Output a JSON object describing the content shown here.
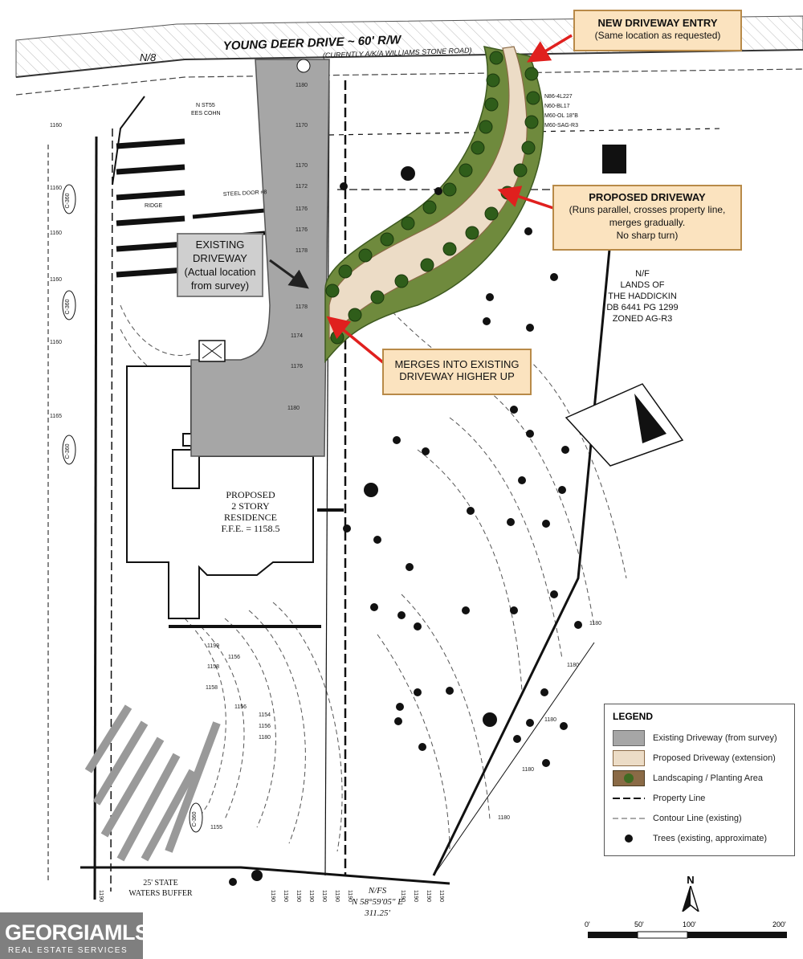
{
  "road": {
    "name": "YOUNG DEER DRIVE ~ 60' R/W",
    "aka": "(CURENTLY A/K/A WILLIAMS STONE ROAD)"
  },
  "callouts": {
    "new_entry": {
      "title": "NEW DRIVEWAY ENTRY",
      "subtitle": "(Same location as requested)"
    },
    "proposed": {
      "title": "PROPOSED DRIVEWAY",
      "line1": "(Runs parallel, crosses property line,",
      "line2": "merges gradually.",
      "line3": "No sharp turn)"
    },
    "merge": {
      "line1": "MERGES INTO EXISTING",
      "line2": "DRIVEWAY HIGHER UP"
    },
    "existing": {
      "line1": "EXISTING",
      "line2": "DRIVEWAY",
      "line3": "(Actual location",
      "line4": "from survey)"
    }
  },
  "residence": {
    "line1": "PROPOSED",
    "line2": "2 STORY",
    "line3": "RESIDENCE",
    "line4": "F.F.E. = 1158.5"
  },
  "neighbor": {
    "line1": "N/F",
    "line2": "LANDS OF",
    "line3": "THE HADDICKIN",
    "line4": "DB 6441 PG 1299",
    "line5": "ZONED AG-R3"
  },
  "buffer": {
    "line1": "25' STATE",
    "line2": "WATERS BUFFER"
  },
  "bearing": {
    "line1": "N/FS",
    "line2": "N 58°59'05\" E",
    "line3": "311.25'"
  },
  "top_left_label": "N/8",
  "small_labels": {
    "steel_door": "STEEL DOOR #8",
    "ridge": "RIDGE",
    "ees_cohn": "EES COHN",
    "n_st": "N ST55",
    "n86": "N86-4L227",
    "n60a": "N60-BL17",
    "n60b": "M60-OL 18\"B",
    "n60c": "M60-SAG-R3",
    "c360": "C-360"
  },
  "contours_drive": [
    "1180",
    "1170",
    "1170",
    "1172",
    "1176",
    "1176",
    "1178",
    "1178",
    "1174",
    "1176",
    "1180"
  ],
  "contours_left": [
    "1160",
    "1160",
    "1160",
    "1160",
    "1160",
    "1165"
  ],
  "contours_south": [
    "1199",
    "1158",
    "1156",
    "1158",
    "1156",
    "1154",
    "1156",
    "1180",
    "1155"
  ],
  "contours_right": [
    "1180",
    "1180",
    "1180",
    "1180",
    "1180"
  ],
  "contours_bottom": [
    "1190",
    "1190",
    "1190",
    "1190",
    "1190",
    "1190",
    "1190",
    "1190",
    "1190",
    "1190",
    "1190",
    "1190"
  ],
  "legend": {
    "title": "LEGEND",
    "items": [
      {
        "label": "Existing Driveway (from survey)",
        "color": "#a6a6a6"
      },
      {
        "label": "Proposed Driveway (extension)",
        "color": "#ecdcc6"
      },
      {
        "label": "Landscaping / Planting Area",
        "color": "#8a6a46"
      },
      {
        "label": "Property Line"
      },
      {
        "label": "Contour Line (existing)"
      },
      {
        "label": "Trees (existing, approximate)"
      }
    ]
  },
  "north_label": "N",
  "scale": {
    "t0": "0'",
    "t1": "50'",
    "t2": "100'",
    "t3": "200'"
  },
  "logo": {
    "main": "GEORGIAMLS",
    "sub": "REAL ESTATE SERVICES"
  },
  "colors": {
    "existing_drive": "#a6a6a6",
    "proposed_drive": "#ecdcc6",
    "planting": "#6f8a3d",
    "arrow": "#e0201e",
    "callout_fill": "#fbe3bf"
  }
}
